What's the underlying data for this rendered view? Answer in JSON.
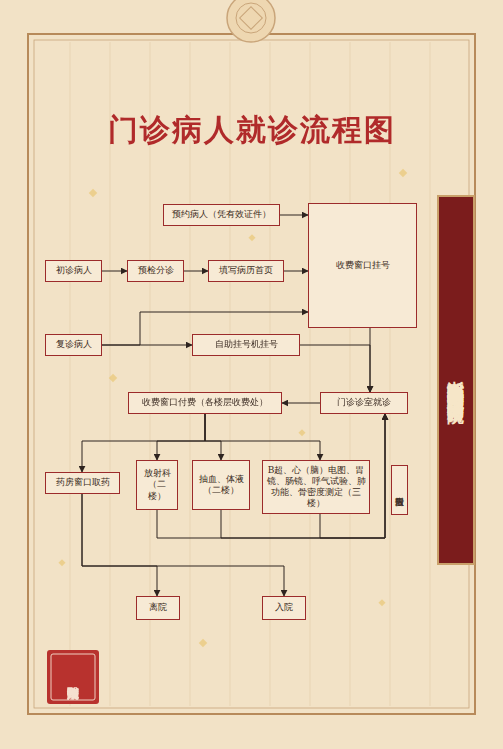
{
  "diagram": {
    "title": "门诊病人就诊流程图",
    "nodes": [
      {
        "text": [
          "预约病人（凭有效证件）"
        ]
      },
      {
        "text": [
          "收费窗口挂号"
        ]
      },
      {
        "text": [
          "初诊病人"
        ]
      },
      {
        "text": [
          "预检分诊"
        ]
      },
      {
        "text": [
          "填写病历首页"
        ]
      },
      {
        "text": [
          "复诊病人"
        ]
      },
      {
        "text": [
          "自助挂号机挂号"
        ]
      },
      {
        "text": [
          "收费窗口付费（各楼层收费处）"
        ]
      },
      {
        "text": [
          "门诊诊室就诊"
        ]
      },
      {
        "text": [
          "药房窗口取药"
        ]
      },
      {
        "text": [
          "放射科 （二楼）"
        ]
      },
      {
        "text": [
          "抽血、体液 （二楼）"
        ]
      },
      {
        "text": [
          "B超、心（脑）电图、胃镜、肠镜、呼气试验、肺功能、骨密度测定（三楼）"
        ]
      },
      {
        "text": [
          "离院"
        ]
      },
      {
        "text": [
          "入院"
        ]
      },
      {
        "text": [
          "浙江中醫藥大學附屬湖州中醫院 湖州市中醫院"
        ]
      }
    ],
    "edges": [
      {
        "from": 0,
        "to": 1,
        "arrow": "to"
      },
      {
        "from": 2,
        "to": 3,
        "arrow": "to"
      },
      {
        "from": 3,
        "to": 4,
        "arrow": "to"
      },
      {
        "from": 4,
        "to": 1,
        "arrow": "to"
      },
      {
        "from": 5,
        "to": 1,
        "arrow": "to"
      },
      {
        "from": 5,
        "to": 6,
        "arrow": "to"
      },
      {
        "from": 1,
        "to": 8,
        "arrow": "to"
      },
      {
        "from": 6,
        "to": 8,
        "arrow": "to"
      },
      {
        "from": 8,
        "to": 7,
        "arrow": "to"
      },
      {
        "from": 7,
        "to": 9,
        "arrow": "to"
      },
      {
        "from": 7,
        "to": 10,
        "arrow": "to"
      },
      {
        "from": 7,
        "to": 11,
        "arrow": "to"
      },
      {
        "from": 7,
        "to": 12,
        "arrow": "to"
      },
      {
        "from": 10,
        "to": 8,
        "arrow": "to"
      },
      {
        "from": 11,
        "to": 8,
        "arrow": "to"
      },
      {
        "from": 12,
        "to": 8,
        "label": "取报告后",
        "arrow": "to"
      },
      {
        "from": 9,
        "to": 13,
        "arrow": "to"
      },
      {
        "from": 9,
        "to": 14,
        "arrow": "to"
      }
    ],
    "labels": [
      "湖州中醫院"
    ]
  }
}
